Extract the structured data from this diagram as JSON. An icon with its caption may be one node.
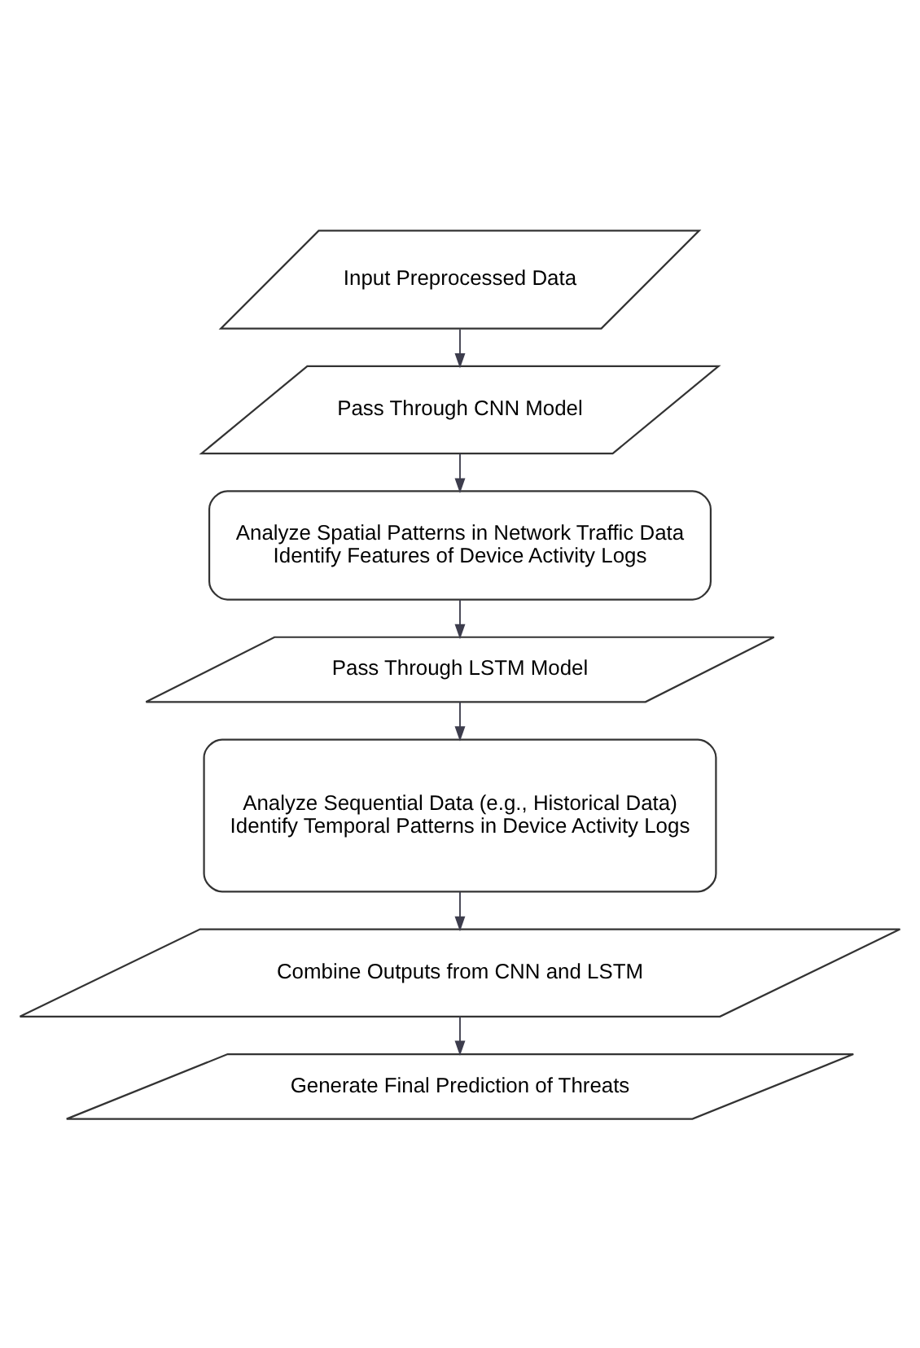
{
  "diagram": {
    "nodes": [
      {
        "text": [
          "Input Preprocessed Data"
        ]
      },
      {
        "text": [
          "Pass Through CNN Model"
        ]
      },
      {
        "text": [
          "Analyze Spatial Patterns in Network Traffic Data",
          "Identify Features of Device Activity Logs"
        ]
      },
      {
        "text": [
          "Pass Through LSTM Model"
        ]
      },
      {
        "text": [
          "Analyze Sequential Data (e.g., Historical Data)",
          "Identify Temporal Patterns in Device Activity Logs"
        ]
      },
      {
        "text": [
          "Combine Outputs from CNN and LSTM"
        ]
      },
      {
        "text": [
          "Generate Final Prediction of Threats"
        ]
      }
    ],
    "edges": [
      {
        "from": 0,
        "to": 1,
        "arrow": "to"
      },
      {
        "from": 1,
        "to": 2,
        "arrow": "to"
      },
      {
        "from": 2,
        "to": 3,
        "arrow": "to"
      },
      {
        "from": 3,
        "to": 4,
        "arrow": "to"
      },
      {
        "from": 4,
        "to": 5,
        "arrow": "to"
      },
      {
        "from": 5,
        "to": 6,
        "arrow": "to"
      }
    ]
  }
}
